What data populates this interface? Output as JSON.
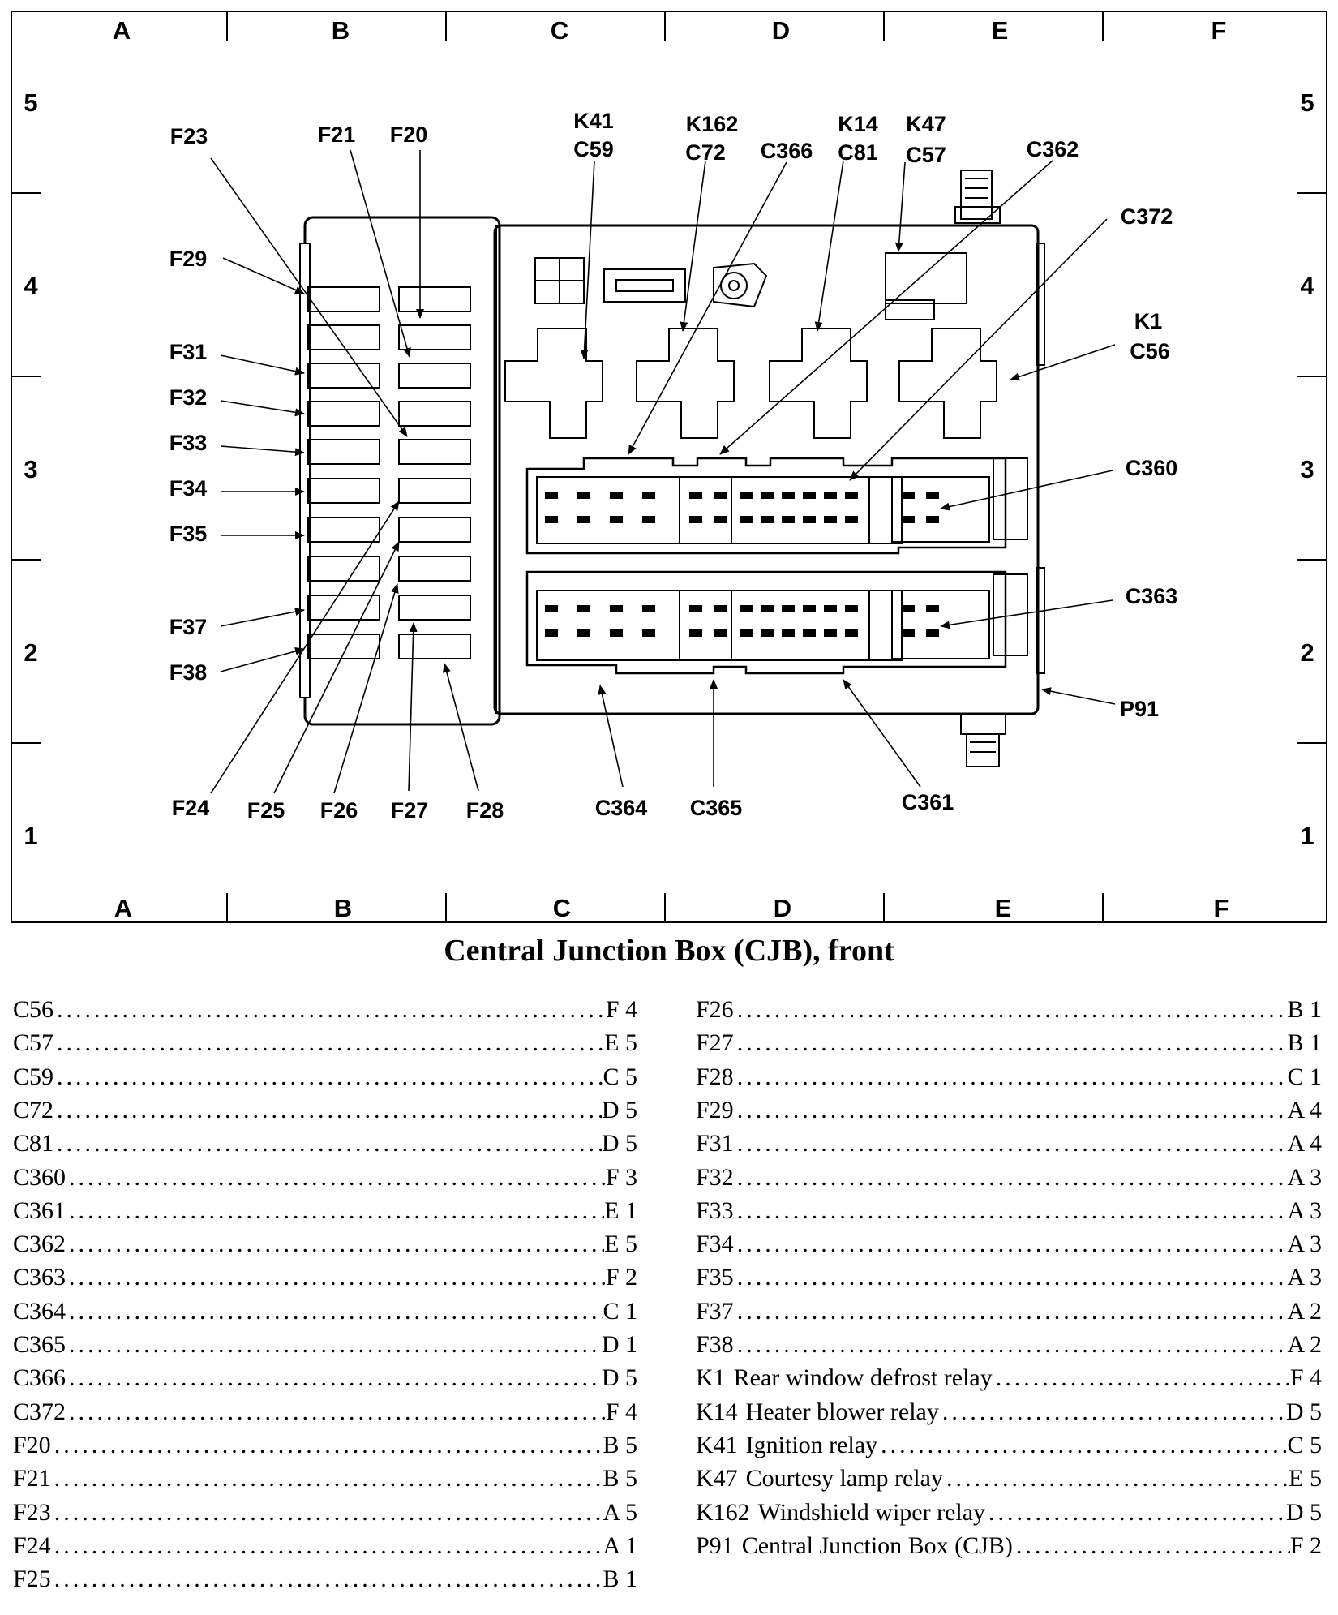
{
  "grid": {
    "columns": [
      "A",
      "B",
      "C",
      "D",
      "E",
      "F"
    ],
    "rows": [
      "5",
      "4",
      "3",
      "2",
      "1"
    ]
  },
  "labels": {
    "F23": "F23",
    "F21": "F21",
    "F20": "F20",
    "F29": "F29",
    "F31": "F31",
    "F32": "F32",
    "F33": "F33",
    "F34": "F34",
    "F35": "F35",
    "F37": "F37",
    "F38": "F38",
    "F24": "F24",
    "F25": "F25",
    "F26": "F26",
    "F27": "F27",
    "F28": "F28",
    "K41": "K41",
    "C59": "C59",
    "K162": "K162",
    "C72": "C72",
    "C366": "C366",
    "K14": "K14",
    "C81": "C81",
    "K47": "K47",
    "C57": "C57",
    "C362": "C362",
    "C372": "C372",
    "K1": "K1",
    "C56": "C56",
    "C360": "C360",
    "C363": "C363",
    "P91": "P91",
    "C364": "C364",
    "C365": "C365",
    "C361": "C361"
  },
  "caption": "Central Junction Box (CJB), front",
  "index_left": [
    {
      "code": "C56",
      "desc": "",
      "loc": "F 4"
    },
    {
      "code": "C57",
      "desc": "",
      "loc": "E 5"
    },
    {
      "code": "C59",
      "desc": "",
      "loc": "C 5"
    },
    {
      "code": "C72",
      "desc": "",
      "loc": "D 5"
    },
    {
      "code": "C81",
      "desc": "",
      "loc": "D 5"
    },
    {
      "code": "C360",
      "desc": "",
      "loc": "F 3"
    },
    {
      "code": "C361",
      "desc": "",
      "loc": "E 1"
    },
    {
      "code": "C362",
      "desc": "",
      "loc": "E 5"
    },
    {
      "code": "C363",
      "desc": "",
      "loc": "F 2"
    },
    {
      "code": "C364",
      "desc": "",
      "loc": "C 1"
    },
    {
      "code": "C365",
      "desc": "",
      "loc": "D 1"
    },
    {
      "code": "C366",
      "desc": "",
      "loc": "D 5"
    },
    {
      "code": "C372",
      "desc": "",
      "loc": "F 4"
    },
    {
      "code": "F20",
      "desc": "",
      "loc": "B 5"
    },
    {
      "code": "F21",
      "desc": "",
      "loc": "B 5"
    },
    {
      "code": "F23",
      "desc": "",
      "loc": "A 5"
    },
    {
      "code": "F24",
      "desc": "",
      "loc": "A 1"
    },
    {
      "code": "F25",
      "desc": "",
      "loc": "B 1"
    }
  ],
  "index_right": [
    {
      "code": "F26",
      "desc": "",
      "loc": "B 1"
    },
    {
      "code": "F27",
      "desc": "",
      "loc": "B 1"
    },
    {
      "code": "F28",
      "desc": "",
      "loc": "C 1"
    },
    {
      "code": "F29",
      "desc": "",
      "loc": "A 4"
    },
    {
      "code": "F31",
      "desc": "",
      "loc": "A 4"
    },
    {
      "code": "F32",
      "desc": "",
      "loc": "A 3"
    },
    {
      "code": "F33",
      "desc": "",
      "loc": "A 3"
    },
    {
      "code": "F34",
      "desc": "",
      "loc": "A 3"
    },
    {
      "code": "F35",
      "desc": "",
      "loc": "A 3"
    },
    {
      "code": "F37",
      "desc": "",
      "loc": "A 2"
    },
    {
      "code": "F38",
      "desc": "",
      "loc": "A 2"
    },
    {
      "code": "K1",
      "desc": "Rear window defrost relay",
      "loc": "F 4"
    },
    {
      "code": "K14",
      "desc": "Heater blower relay",
      "loc": "D 5"
    },
    {
      "code": "K41",
      "desc": "Ignition relay",
      "loc": "C 5"
    },
    {
      "code": "K47",
      "desc": "Courtesy lamp relay",
      "loc": "E 5"
    },
    {
      "code": "K162",
      "desc": "Windshield wiper relay",
      "loc": "D 5"
    },
    {
      "code": "P91",
      "desc": "Central Junction Box (CJB)",
      "loc": "F 2"
    }
  ]
}
